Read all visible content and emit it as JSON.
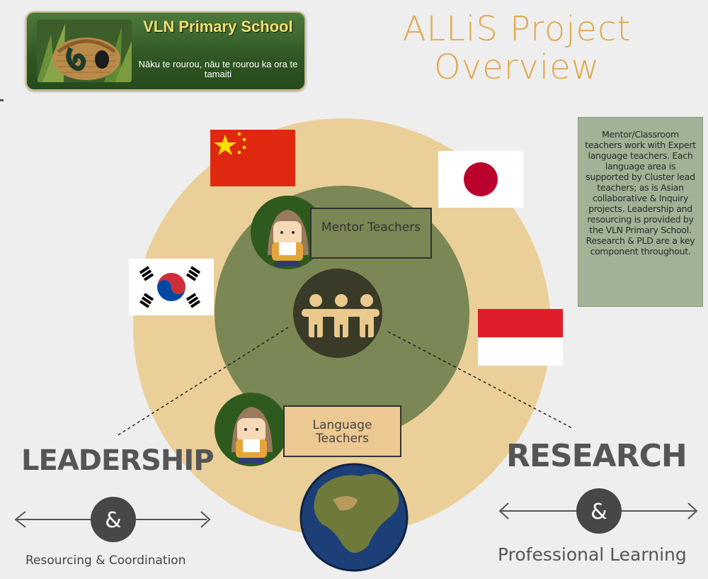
{
  "header": {
    "school_name": "VLN Primary School",
    "motto": "Nāku te rourou, nāu te rourou ka ora te tamaiti",
    "title": "ALLiS Project Overview"
  },
  "info_box": {
    "text": "Mentor/Classroom teachers work with Expert language teachers. Each language area is supported by Cluster lead teachers; as is Asian collaborative & Inquiry projects. Leadership and resourcing is provided by the VLN Primary School. Research & PLD are a key component throughout."
  },
  "roles": {
    "mentor": "Mentor Teachers",
    "language": "Language Teachers"
  },
  "left_section": {
    "heading": "LEADERSHIP",
    "ampersand": "&",
    "caption": "Resourcing & Coordination"
  },
  "right_section": {
    "heading": "RESEARCH",
    "ampersand": "&",
    "caption": "Professional Learning"
  },
  "colors": {
    "outer_circle": "#ebcf98",
    "inner_circle": "#7b8754",
    "center_circle": "#3a3a28",
    "title_orange": "#e3a84a",
    "info_box": "#a2b296"
  }
}
